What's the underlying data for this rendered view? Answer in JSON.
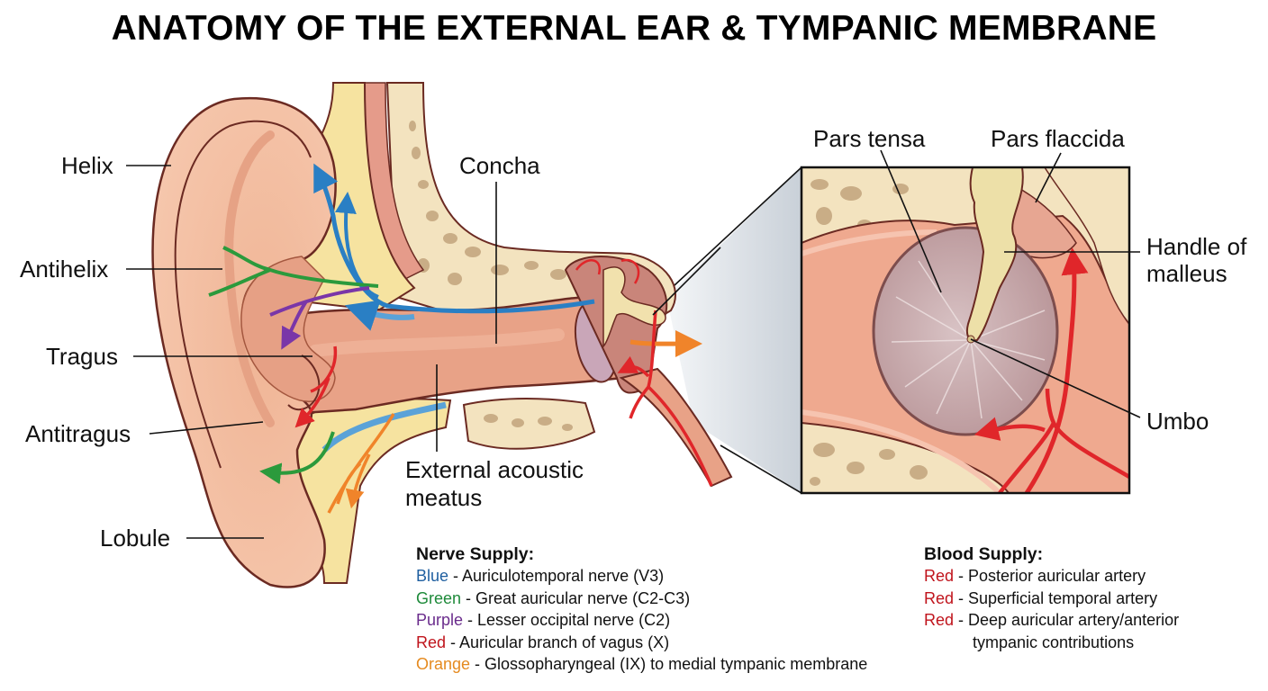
{
  "title": "ANATOMY OF THE EXTERNAL EAR & TYMPANIC MEMBRANE",
  "labels": {
    "helix": "Helix",
    "antihelix": "Antihelix",
    "tragus": "Tragus",
    "antitragus": "Antitragus",
    "lobule": "Lobule",
    "concha": "Concha",
    "meatus_line1": "External acoustic",
    "meatus_line2": "meatus",
    "pars_tensa": "Pars tensa",
    "pars_flaccida": "Pars flaccida",
    "handle_line1": "Handle of",
    "handle_line2": "malleus",
    "umbo": "Umbo"
  },
  "nerve_supply": {
    "heading": "Nerve Supply:",
    "items": [
      {
        "color_name": "Blue",
        "color": "#1f5fa0",
        "text": " - Auriculotemporal nerve (V3)"
      },
      {
        "color_name": "Green",
        "color": "#1e8a3a",
        "text": " - Great auricular nerve (C2-C3)"
      },
      {
        "color_name": "Purple",
        "color": "#6a2c8c",
        "text": " - Lesser occipital nerve (C2)"
      },
      {
        "color_name": "Red",
        "color": "#c0141c",
        "text": " - Auricular branch of vagus (X)"
      },
      {
        "color_name": "Orange",
        "color": "#e58a1f",
        "text": " - Glossopharyngeal (IX) to medial tympanic membrane"
      }
    ]
  },
  "blood_supply": {
    "heading": "Blood Supply:",
    "items": [
      {
        "color_name": "Red",
        "color": "#c0141c",
        "text": " - Posterior auricular artery"
      },
      {
        "color_name": "Red",
        "color": "#c0141c",
        "text": " - Superficial temporal artery"
      },
      {
        "color_name": "Red",
        "color": "#c0141c",
        "text": " - Deep auricular artery/anterior",
        "continuation": "tympanic contributions"
      }
    ]
  },
  "colors": {
    "skin": "#f2b99c",
    "skin_dark": "#d98f74",
    "fat": "#f6e3a0",
    "bone": "#f3e3bf",
    "bone_pore": "#c9ad86",
    "canal": "#e8a287",
    "membrane": "#c9a6a8",
    "nerve_blue": "#2a7fc4",
    "nerve_green": "#2b9a3c",
    "nerve_purple": "#7a36a8",
    "artery_red": "#e0262a",
    "nerve_orange": "#f0842a",
    "outline": "#6b2a22"
  }
}
